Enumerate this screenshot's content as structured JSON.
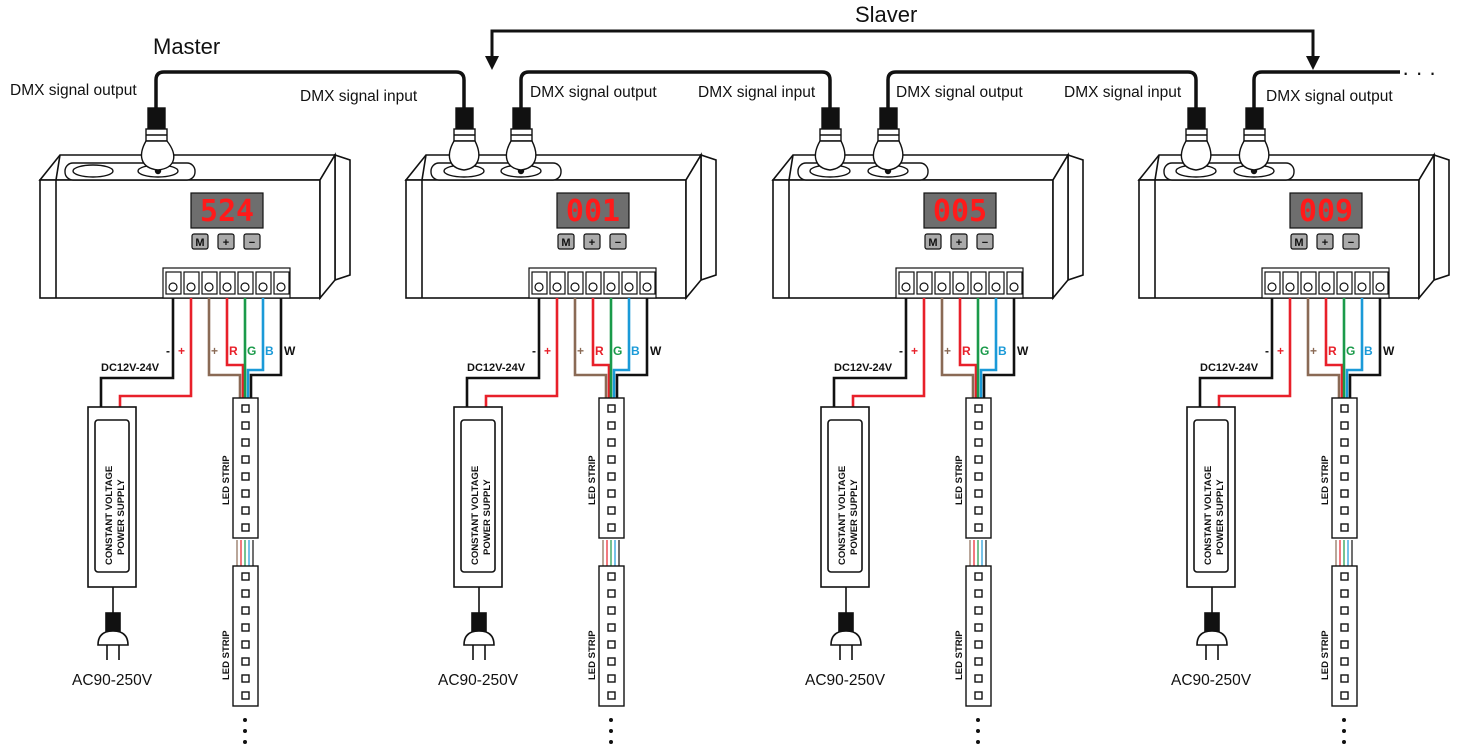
{
  "labels": {
    "master": "Master",
    "slaver": "Slaver",
    "dmx_output": "DMX signal output",
    "dmx_input": "DMX signal input",
    "ellipsis": "· · ·",
    "dc_voltage": "DC12V-24V",
    "ac_voltage": "AC90-250V",
    "psu_line1": "CONSTANT VOLTAGE",
    "psu_line2": "POWER SUPPLY",
    "led_strip": "LED STRIP"
  },
  "wire_labels": {
    "minus": "-",
    "plus": "+",
    "out_plus": "+",
    "r": "R",
    "g": "G",
    "b": "B",
    "w": "W"
  },
  "buttons": {
    "m": "M",
    "plus": "+",
    "minus": "−"
  },
  "units": [
    {
      "display": "524"
    },
    {
      "display": "001"
    },
    {
      "display": "005"
    },
    {
      "display": "009"
    }
  ],
  "colors": {
    "red": "#e8202a",
    "green": "#1a9a4a",
    "blue": "#1a9ad8",
    "brown": "#8a6a55",
    "black": "#111111",
    "display_red": "#ff1a1a"
  }
}
